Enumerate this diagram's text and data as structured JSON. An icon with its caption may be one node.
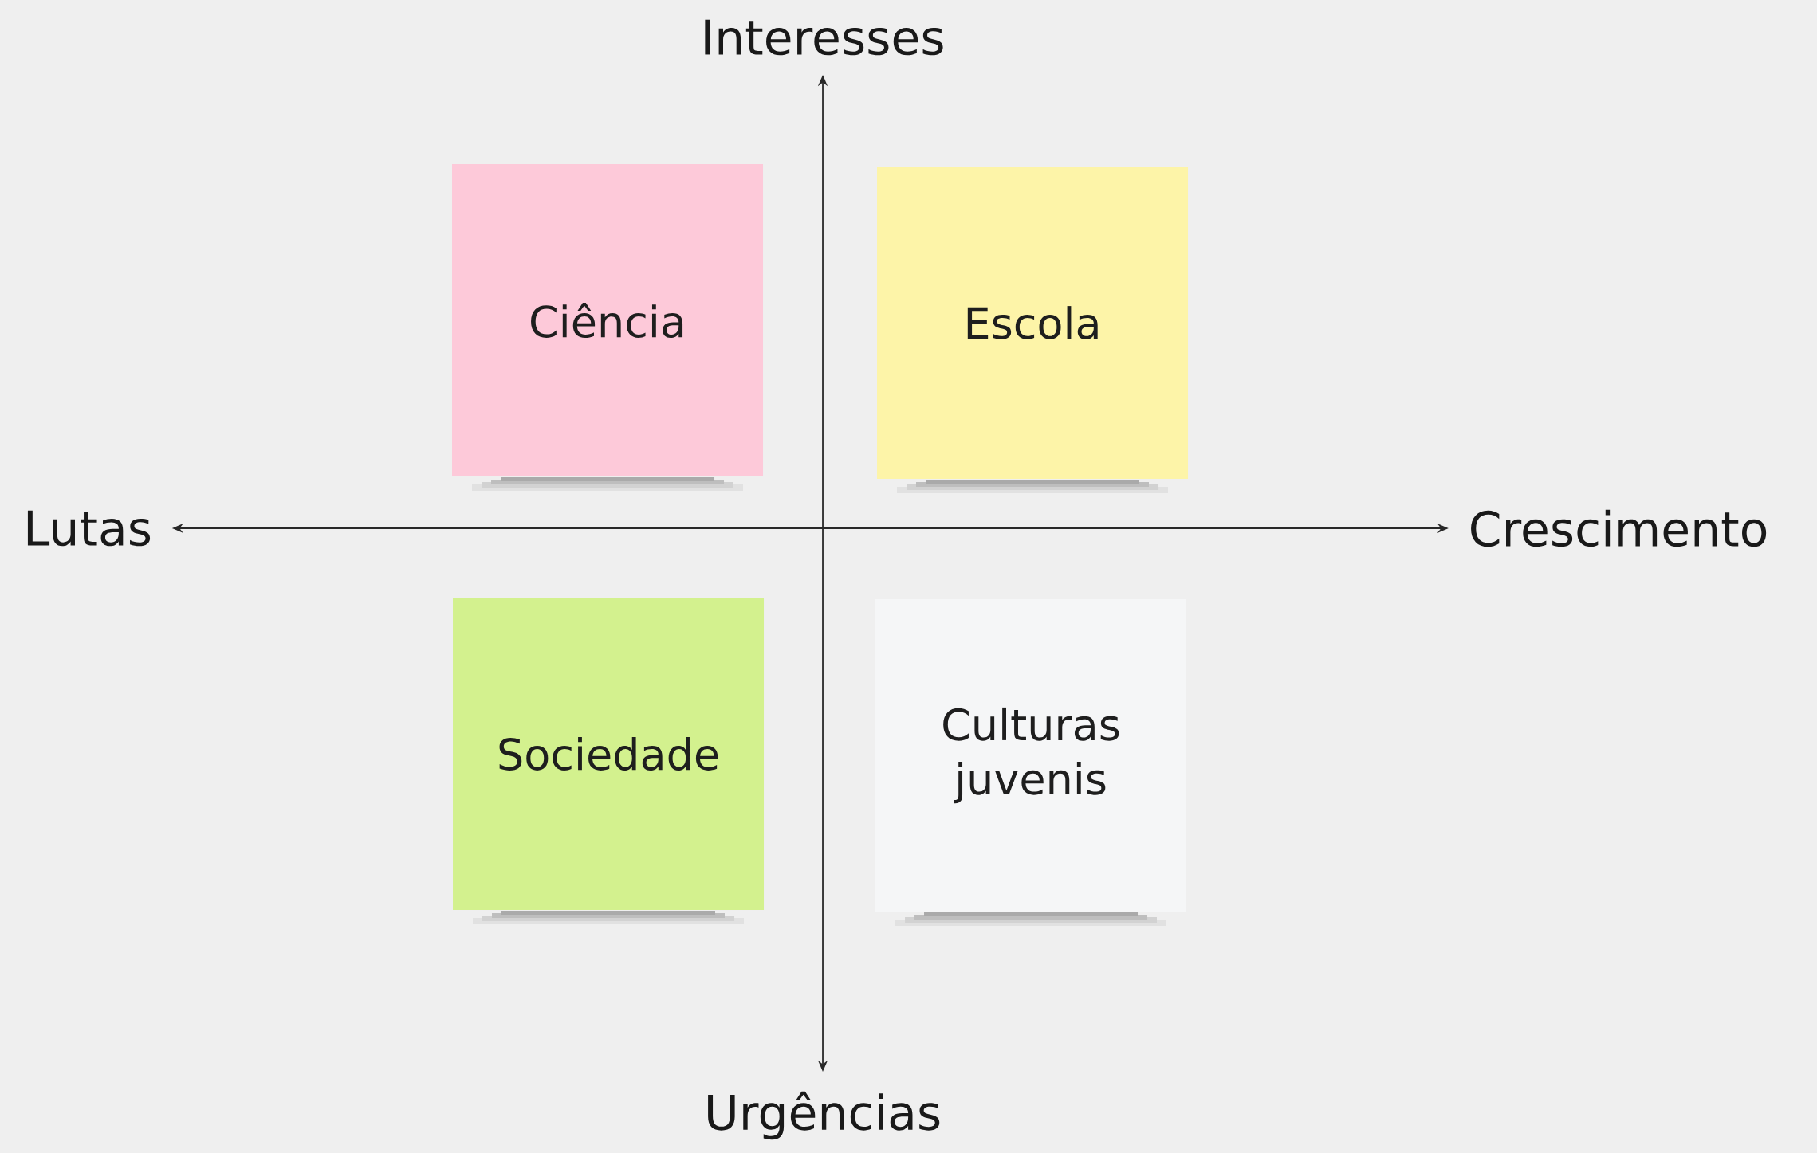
{
  "diagram": {
    "nodes": [
      {
        "text": [
          "Interesses"
        ]
      },
      {
        "text": [
          "Urgências"
        ]
      },
      {
        "text": [
          "Lutas"
        ]
      },
      {
        "text": [
          "Crescimento"
        ]
      },
      {
        "text": [
          "Ciência"
        ]
      },
      {
        "text": [
          "Escola"
        ]
      },
      {
        "text": [
          "Sociedade"
        ]
      },
      {
        "text": [
          "Culturas juvenis"
        ]
      }
    ],
    "edges": [
      {
        "from": 1,
        "to": 0,
        "arrow": "both"
      },
      {
        "from": 2,
        "to": 3,
        "arrow": "both"
      }
    ]
  }
}
